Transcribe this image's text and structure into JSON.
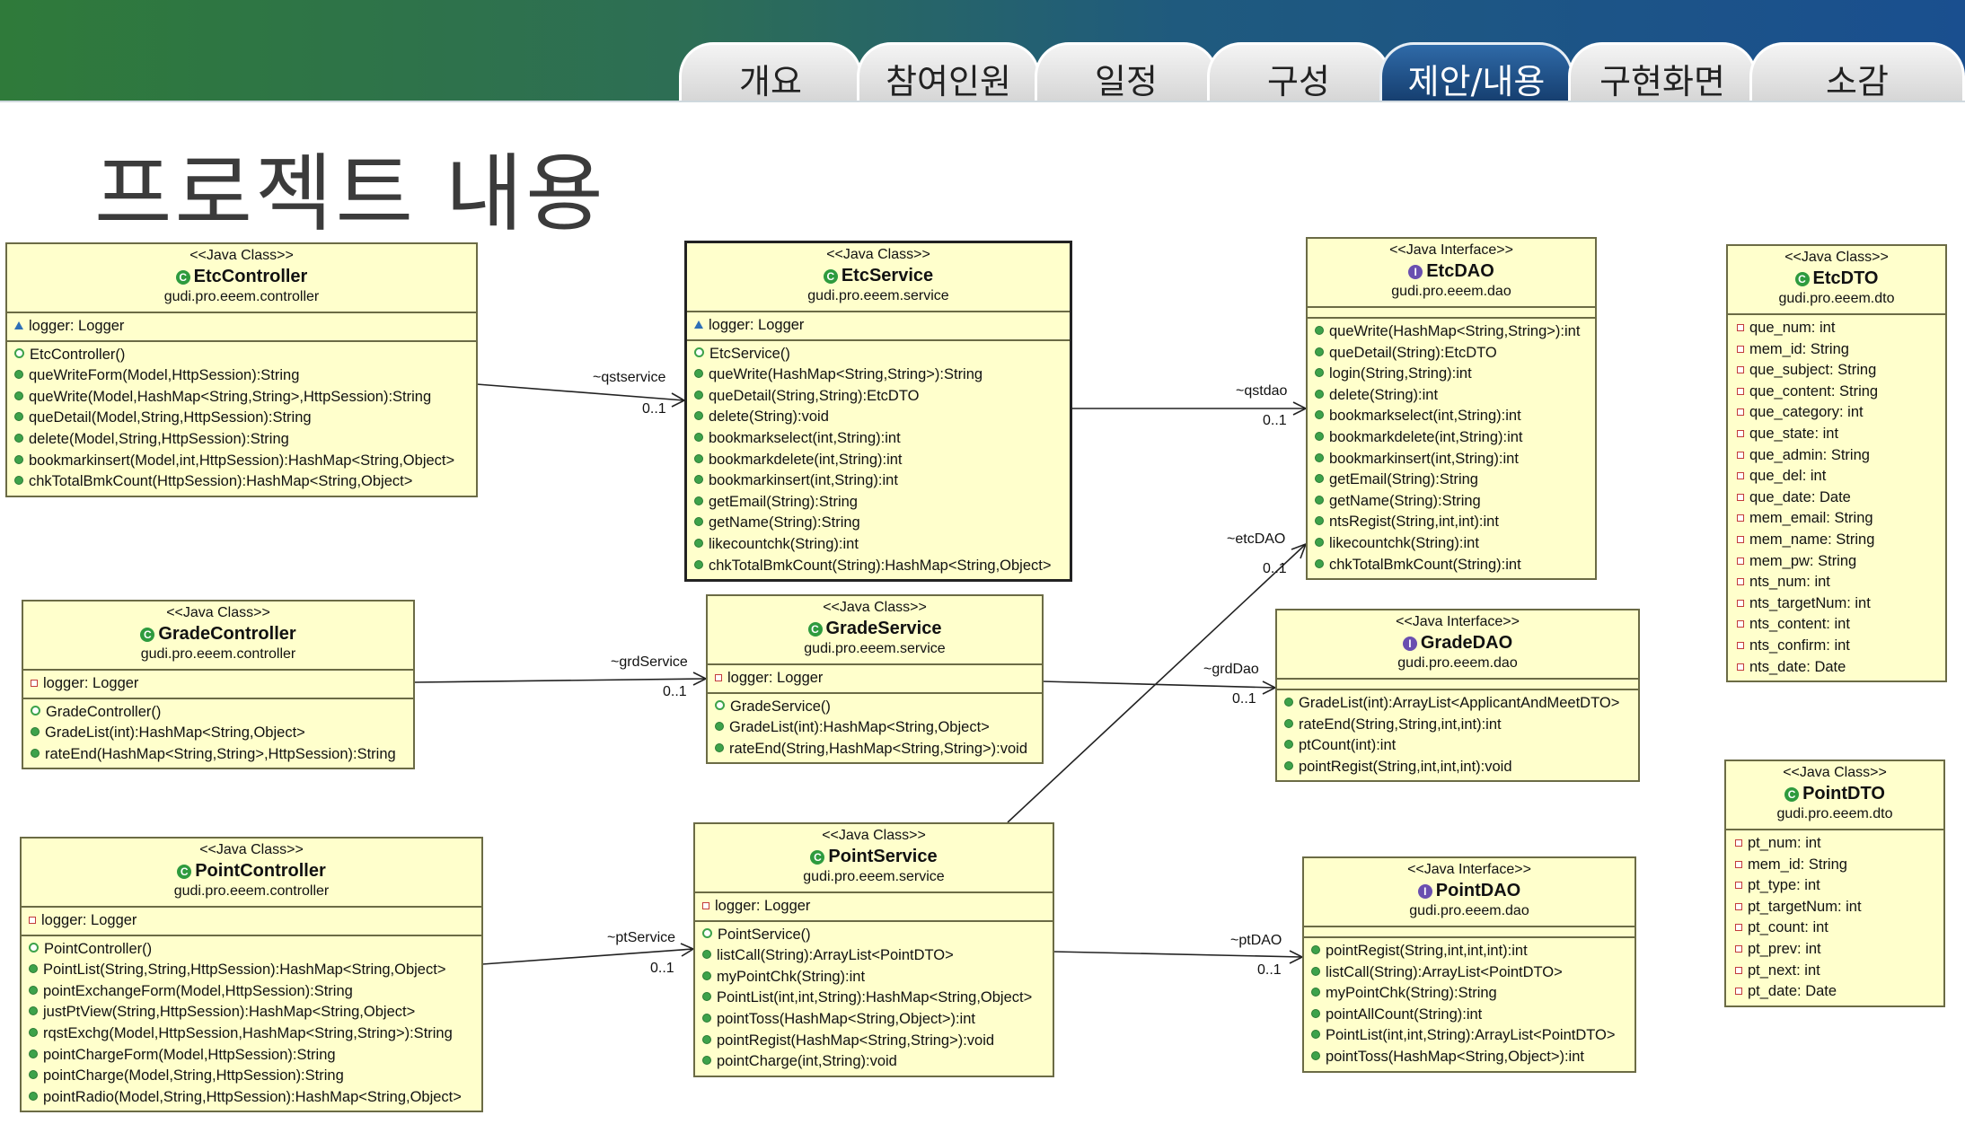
{
  "tabs": [
    {
      "label": "개요",
      "active": false
    },
    {
      "label": "참여인원",
      "active": false
    },
    {
      "label": "일정",
      "active": false
    },
    {
      "label": "구성",
      "active": false
    },
    {
      "label": "제안/내용",
      "active": true
    },
    {
      "label": "구현화면",
      "active": false
    },
    {
      "label": "소감",
      "active": false
    }
  ],
  "page_title": "프로젝트 내용",
  "colors": {
    "box_fill": "#ffffcc",
    "box_border": "#6b6b45",
    "active_tab": "#1f4f86"
  },
  "classes": {
    "etc_controller": {
      "stereotype": "<<Java Class>>",
      "name": "EtcController",
      "package": "gudi.pro.eeem.controller",
      "attributes": [
        {
          "vis": "pkgv",
          "text": "logger: Logger"
        }
      ],
      "methods": [
        {
          "vis": "ctor",
          "text": "EtcController()"
        },
        {
          "vis": "pub",
          "text": "queWriteForm(Model,HttpSession):String"
        },
        {
          "vis": "pub",
          "text": "queWrite(Model,HashMap<String,String>,HttpSession):String"
        },
        {
          "vis": "pub",
          "text": "queDetail(Model,String,HttpSession):String"
        },
        {
          "vis": "pub",
          "text": "delete(Model,String,HttpSession):String"
        },
        {
          "vis": "pub",
          "text": "bookmarkinsert(Model,int,HttpSession):HashMap<String,Object>"
        },
        {
          "vis": "pub",
          "text": "chkTotalBmkCount(HttpSession):HashMap<String,Object>"
        }
      ]
    },
    "etc_service": {
      "stereotype": "<<Java Class>>",
      "name": "EtcService",
      "package": "gudi.pro.eeem.service",
      "attributes": [
        {
          "vis": "pkgv",
          "text": "logger: Logger"
        }
      ],
      "methods": [
        {
          "vis": "ctor",
          "text": "EtcService()"
        },
        {
          "vis": "pub",
          "text": "queWrite(HashMap<String,String>):String"
        },
        {
          "vis": "pub",
          "text": "queDetail(String,String):EtcDTO"
        },
        {
          "vis": "pub",
          "text": "delete(String):void"
        },
        {
          "vis": "pub",
          "text": "bookmarkselect(int,String):int"
        },
        {
          "vis": "pub",
          "text": "bookmarkdelete(int,String):int"
        },
        {
          "vis": "pub",
          "text": "bookmarkinsert(int,String):int"
        },
        {
          "vis": "pub",
          "text": "getEmail(String):String"
        },
        {
          "vis": "pub",
          "text": "getName(String):String"
        },
        {
          "vis": "pub",
          "text": "likecountchk(String):int"
        },
        {
          "vis": "pub",
          "text": "chkTotalBmkCount(String):HashMap<String,Object>"
        }
      ]
    },
    "etc_dao": {
      "stereotype": "<<Java Interface>>",
      "name": "EtcDAO",
      "package": "gudi.pro.eeem.dao",
      "methods": [
        {
          "vis": "pub",
          "text": "queWrite(HashMap<String,String>):int"
        },
        {
          "vis": "pub",
          "text": "queDetail(String):EtcDTO"
        },
        {
          "vis": "pub",
          "text": "login(String,String):int"
        },
        {
          "vis": "pub",
          "text": "delete(String):int"
        },
        {
          "vis": "pub",
          "text": "bookmarkselect(int,String):int"
        },
        {
          "vis": "pub",
          "text": "bookmarkdelete(int,String):int"
        },
        {
          "vis": "pub",
          "text": "bookmarkinsert(int,String):int"
        },
        {
          "vis": "pub",
          "text": "getEmail(String):String"
        },
        {
          "vis": "pub",
          "text": "getName(String):String"
        },
        {
          "vis": "pub",
          "text": "ntsRegist(String,int,int):int"
        },
        {
          "vis": "pub",
          "text": "likecountchk(String):int"
        },
        {
          "vis": "pub",
          "text": "chkTotalBmkCount(String):int"
        }
      ]
    },
    "etc_dto": {
      "stereotype": "<<Java Class>>",
      "name": "EtcDTO",
      "package": "gudi.pro.eeem.dto",
      "attributes": [
        {
          "vis": "priv",
          "text": "que_num: int"
        },
        {
          "vis": "priv",
          "text": "mem_id: String"
        },
        {
          "vis": "priv",
          "text": "que_subject: String"
        },
        {
          "vis": "priv",
          "text": "que_content: String"
        },
        {
          "vis": "priv",
          "text": "que_category: int"
        },
        {
          "vis": "priv",
          "text": "que_state: int"
        },
        {
          "vis": "priv",
          "text": "que_admin: String"
        },
        {
          "vis": "priv",
          "text": "que_del: int"
        },
        {
          "vis": "priv",
          "text": "que_date: Date"
        },
        {
          "vis": "priv",
          "text": "mem_email: String"
        },
        {
          "vis": "priv",
          "text": "mem_name: String"
        },
        {
          "vis": "priv",
          "text": "mem_pw: String"
        },
        {
          "vis": "priv",
          "text": "nts_num: int"
        },
        {
          "vis": "priv",
          "text": "nts_targetNum: int"
        },
        {
          "vis": "priv",
          "text": "nts_content: int"
        },
        {
          "vis": "priv",
          "text": "nts_confirm: int"
        },
        {
          "vis": "priv",
          "text": "nts_date: Date"
        }
      ]
    },
    "grade_controller": {
      "stereotype": "<<Java Class>>",
      "name": "GradeController",
      "package": "gudi.pro.eeem.controller",
      "attributes": [
        {
          "vis": "priv",
          "text": "logger: Logger"
        }
      ],
      "methods": [
        {
          "vis": "ctor",
          "text": "GradeController()"
        },
        {
          "vis": "pub",
          "text": "GradeList(int):HashMap<String,Object>"
        },
        {
          "vis": "pub",
          "text": "rateEnd(HashMap<String,String>,HttpSession):String"
        }
      ]
    },
    "grade_service": {
      "stereotype": "<<Java Class>>",
      "name": "GradeService",
      "package": "gudi.pro.eeem.service",
      "attributes": [
        {
          "vis": "priv",
          "text": "logger: Logger"
        }
      ],
      "methods": [
        {
          "vis": "ctor",
          "text": "GradeService()"
        },
        {
          "vis": "pub",
          "text": "GradeList(int):HashMap<String,Object>"
        },
        {
          "vis": "pub",
          "text": "rateEnd(String,HashMap<String,String>):void"
        }
      ]
    },
    "grade_dao": {
      "stereotype": "<<Java Interface>>",
      "name": "GradeDAO",
      "package": "gudi.pro.eeem.dao",
      "methods": [
        {
          "vis": "pub",
          "text": "GradeList(int):ArrayList<ApplicantAndMeetDTO>"
        },
        {
          "vis": "pub",
          "text": "rateEnd(String,String,int,int):int"
        },
        {
          "vis": "pub",
          "text": "ptCount(int):int"
        },
        {
          "vis": "pub",
          "text": "pointRegist(String,int,int,int):void"
        }
      ]
    },
    "point_dto": {
      "stereotype": "<<Java Class>>",
      "name": "PointDTO",
      "package": "gudi.pro.eeem.dto",
      "attributes": [
        {
          "vis": "priv",
          "text": "pt_num: int"
        },
        {
          "vis": "priv",
          "text": "mem_id: String"
        },
        {
          "vis": "priv",
          "text": "pt_type: int"
        },
        {
          "vis": "priv",
          "text": "pt_targetNum: int"
        },
        {
          "vis": "priv",
          "text": "pt_count: int"
        },
        {
          "vis": "priv",
          "text": "pt_prev: int"
        },
        {
          "vis": "priv",
          "text": "pt_next: int"
        },
        {
          "vis": "priv",
          "text": "pt_date: Date"
        }
      ]
    },
    "point_controller": {
      "stereotype": "<<Java Class>>",
      "name": "PointController",
      "package": "gudi.pro.eeem.controller",
      "attributes": [
        {
          "vis": "priv",
          "text": "logger: Logger"
        }
      ],
      "methods": [
        {
          "vis": "ctor",
          "text": "PointController()"
        },
        {
          "vis": "pub",
          "text": "PointList(String,String,HttpSession):HashMap<String,Object>"
        },
        {
          "vis": "pub",
          "text": "pointExchangeForm(Model,HttpSession):String"
        },
        {
          "vis": "pub",
          "text": "justPtView(String,HttpSession):HashMap<String,Object>"
        },
        {
          "vis": "pub",
          "text": "rqstExchg(Model,HttpSession,HashMap<String,String>):String"
        },
        {
          "vis": "pub",
          "text": "pointChargeForm(Model,HttpSession):String"
        },
        {
          "vis": "pub",
          "text": "pointCharge(Model,String,HttpSession):String"
        },
        {
          "vis": "pub",
          "text": "pointRadio(Model,String,HttpSession):HashMap<String,Object>"
        }
      ]
    },
    "point_service": {
      "stereotype": "<<Java Class>>",
      "name": "PointService",
      "package": "gudi.pro.eeem.service",
      "attributes": [
        {
          "vis": "priv",
          "text": "logger: Logger"
        }
      ],
      "methods": [
        {
          "vis": "ctor",
          "text": "PointService()"
        },
        {
          "vis": "pub",
          "text": "listCall(String):ArrayList<PointDTO>"
        },
        {
          "vis": "pub",
          "text": "myPointChk(String):int"
        },
        {
          "vis": "pub",
          "text": "PointList(int,int,String):HashMap<String,Object>"
        },
        {
          "vis": "pub",
          "text": "pointToss(HashMap<String,Object>):int"
        },
        {
          "vis": "pub",
          "text": "pointRegist(HashMap<String,String>):void"
        },
        {
          "vis": "pub",
          "text": "pointCharge(int,String):void"
        }
      ]
    },
    "point_dao": {
      "stereotype": "<<Java Interface>>",
      "name": "PointDAO",
      "package": "gudi.pro.eeem.dao",
      "methods": [
        {
          "vis": "pub",
          "text": "pointRegist(String,int,int,int):int"
        },
        {
          "vis": "pub",
          "text": "listCall(String):ArrayList<PointDTO>"
        },
        {
          "vis": "pub",
          "text": "myPointChk(String):String"
        },
        {
          "vis": "pub",
          "text": "pointAllCount(String):int"
        },
        {
          "vis": "pub",
          "text": "PointList(int,int,String):ArrayList<PointDTO>"
        },
        {
          "vis": "pub",
          "text": "pointToss(HashMap<String,Object>):int"
        }
      ]
    }
  },
  "associations": {
    "qstservice": {
      "role": "~qstservice",
      "mult": "0..1"
    },
    "qstdao": {
      "role": "~qstdao",
      "mult": "0..1"
    },
    "etcdao": {
      "role": "~etcDAO",
      "mult": "0..1"
    },
    "grdservice": {
      "role": "~grdService",
      "mult": "0..1"
    },
    "grddao": {
      "role": "~grdDao",
      "mult": "0..1"
    },
    "ptservice": {
      "role": "~ptService",
      "mult": "0..1"
    },
    "ptdao": {
      "role": "~ptDAO",
      "mult": "0..1"
    }
  }
}
